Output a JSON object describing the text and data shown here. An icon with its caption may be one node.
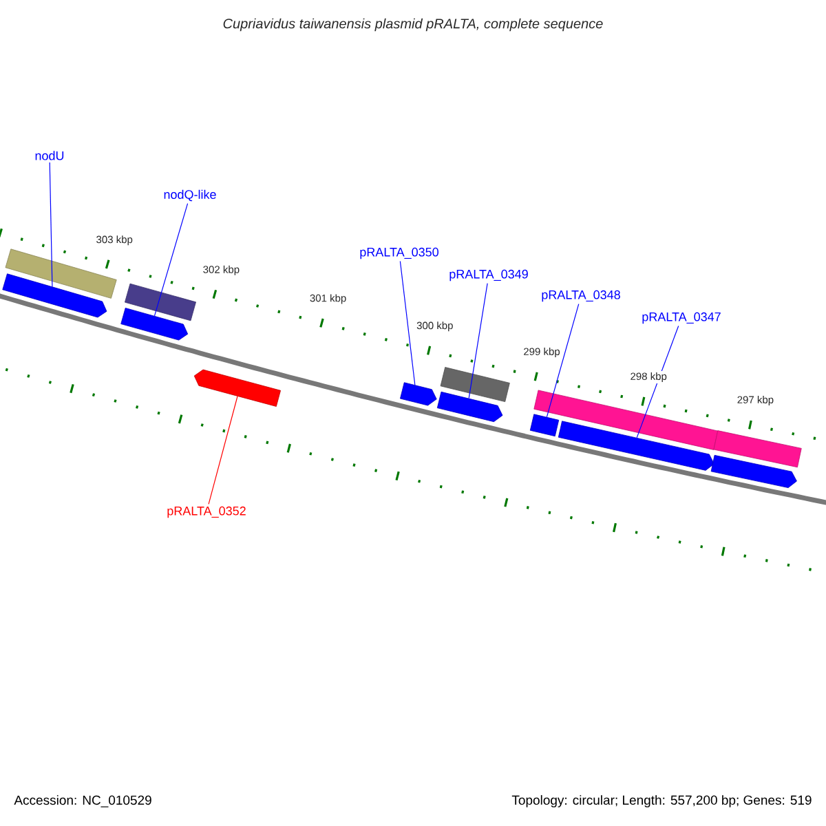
{
  "diagram": {
    "title": "Cupriavidus taiwanensis plasmid pRALTA, complete sequence",
    "nodes": [
      {
        "text": [
          "nodU"
        ]
      },
      {
        "text": [
          "nodQ-like"
        ]
      },
      {
        "text": [
          "pRALTA_0350"
        ]
      },
      {
        "text": [
          "pRALTA_0349"
        ]
      },
      {
        "text": [
          "pRALTA_0348"
        ]
      },
      {
        "text": [
          "pRALTA_0347"
        ]
      },
      {
        "text": [
          "pRALTA_0352"
        ]
      },
      {
        "text": [],
        "shape": "bar"
      },
      {
        "text": [],
        "shape": "arrow"
      },
      {
        "text": [],
        "shape": "arrow"
      },
      {
        "text": [],
        "shape": "bar"
      },
      {
        "text": [],
        "shape": "arrow"
      },
      {
        "text": [],
        "shape": "arrow"
      },
      {
        "text": [],
        "shape": "arrow"
      },
      {
        "text": [],
        "shape": "bar"
      },
      {
        "text": [],
        "shape": "bar"
      },
      {
        "text": [],
        "shape": "bar"
      },
      {
        "text": [],
        "shape": "arrow"
      },
      {
        "text": [],
        "shape": "arrow"
      },
      {
        "text": [],
        "shape": "bar"
      }
    ],
    "edges": [
      {
        "from": 0,
        "to": 8,
        "arrow": "none"
      },
      {
        "from": 1,
        "to": 9,
        "arrow": "none"
      },
      {
        "from": 2,
        "to": 12,
        "arrow": "none"
      },
      {
        "from": 3,
        "to": 13,
        "arrow": "none"
      },
      {
        "from": 4,
        "to": 16,
        "arrow": "none"
      },
      {
        "from": 5,
        "to": 17,
        "arrow": "none"
      },
      {
        "from": 6,
        "to": 11,
        "arrow": "none",
        "color": "#ff0000"
      }
    ],
    "labels": [
      "303 kbp",
      "302 kbp",
      "301 kbp",
      "300 kbp",
      "299 kbp",
      "298 kbp",
      "297 kbp",
      "Accession: NC_010529",
      "Topology: circular; Length: 557,200 bp; Genes: 519"
    ]
  }
}
